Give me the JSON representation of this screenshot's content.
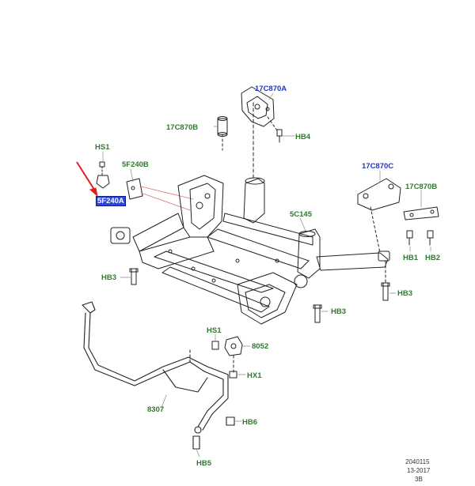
{
  "labels": {
    "l_17c870a": "17C870A",
    "l_17c870b_top": "17C870B",
    "l_hb4": "HB4",
    "l_hs1_top": "HS1",
    "l_5f240b": "5F240B",
    "l_5f240a": "5F240A",
    "l_17c870c": "17C870C",
    "l_17c870b_right": "17C870B",
    "l_5c145": "5C145",
    "l_hb1": "HB1",
    "l_hb2": "HB2",
    "l_hb3_left": "HB3",
    "l_hb3_right": "HB3",
    "l_hb3_mid": "HB3",
    "l_hs1_mid": "HS1",
    "l_8052": "8052",
    "l_hx1": "HX1",
    "l_8307": "8307",
    "l_hb6": "HB6",
    "l_hb5": "HB5"
  },
  "footer": {
    "line1": "2040115",
    "line2": "13-2017",
    "line3": "3B"
  },
  "colors": {
    "part_number_blue": "#1f35c8",
    "fastener_green": "#2f7a2f",
    "highlight": "#2b45e0",
    "pointer_arrow": "#e02020",
    "leader_line": "#e07070"
  }
}
